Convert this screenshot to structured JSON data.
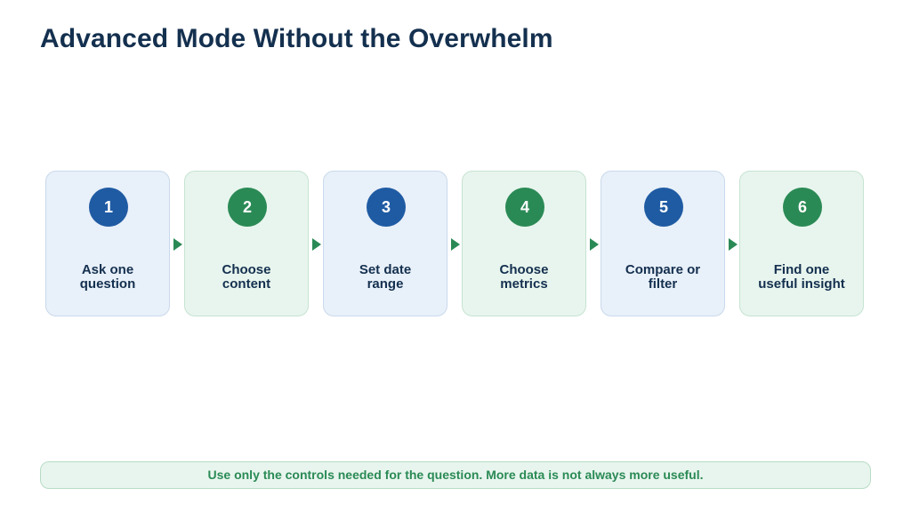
{
  "title": "Advanced Mode Without the Overwhelm",
  "steps": [
    {
      "number": "1",
      "label": "Ask one\nquestion",
      "color": "#1f5ba3"
    },
    {
      "number": "2",
      "label": "Choose\ncontent",
      "color": "#2a8a55"
    },
    {
      "number": "3",
      "label": "Set date\nrange",
      "color": "#1f5ba3"
    },
    {
      "number": "4",
      "label": "Choose\nmetrics",
      "color": "#2a8a55"
    },
    {
      "number": "5",
      "label": "Compare or\nfilter",
      "color": "#1f5ba3"
    },
    {
      "number": "6",
      "label": "Find one\nuseful insight",
      "color": "#2a8a55"
    }
  ],
  "footer": "Use only the controls needed for the question. More data is not always more useful."
}
